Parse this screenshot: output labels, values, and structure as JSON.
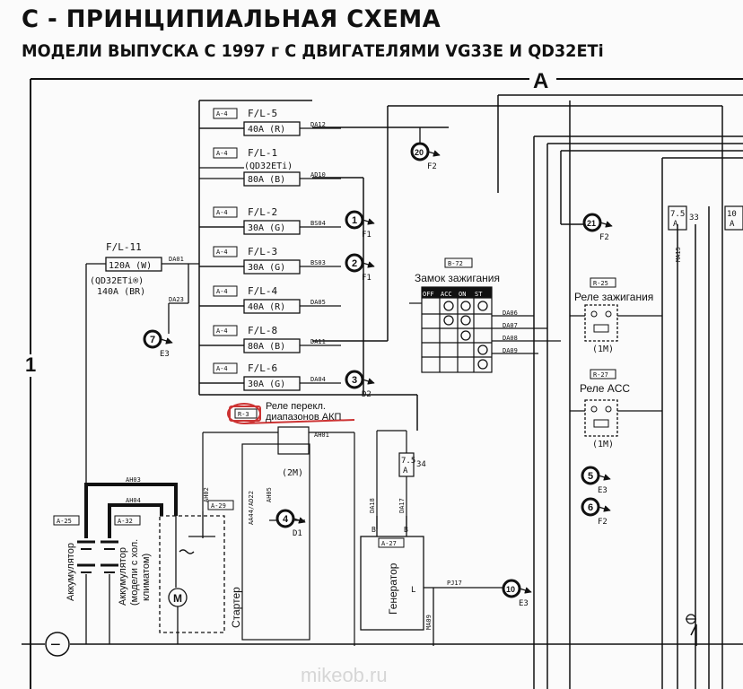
{
  "header": {
    "title": "C - ПРИНЦИПИАЛЬНАЯ СХЕМА",
    "subtitle": "МОДЕЛИ ВЫПУСКА С 1997 г С ДВИГАТЕЛЯМИ VG33E И QD32ETi"
  },
  "frame": {
    "top_marker": "A",
    "left_marker": "1"
  },
  "fuses": [
    {
      "tag": "A-4",
      "name": "F/L-5",
      "note": "",
      "rating": "40A (R)",
      "wire": "DA12"
    },
    {
      "tag": "A-4",
      "name": "F/L-1",
      "note": "(QD32ETi)",
      "rating": "80A (B)",
      "wire": "AD10"
    },
    {
      "tag": "A-4",
      "name": "F/L-2",
      "note": "",
      "rating": "30A (G)",
      "wire": "BS04"
    },
    {
      "tag": "A-4",
      "name": "F/L-3",
      "note": "",
      "rating": "30A (G)",
      "wire": "BS03"
    },
    {
      "tag": "A-4",
      "name": "F/L-4",
      "note": "",
      "rating": "40A (R)",
      "wire": "DA05"
    },
    {
      "tag": "A-4",
      "name": "F/L-8",
      "note": "",
      "rating": "80A (B)",
      "wire": "DA11"
    },
    {
      "tag": "A-4",
      "name": "F/L-6",
      "note": "",
      "rating": "30A (G)",
      "wire": "DA04"
    }
  ],
  "main_fuse": {
    "name": "F/L-11",
    "rating": "120A (W)",
    "note": "(QD32ETi®)",
    "alt_rating": "140A (BR)",
    "wire_out": "DA01",
    "wire_down": "DA23"
  },
  "connectors": [
    {
      "num": "20",
      "dest": "F2"
    },
    {
      "num": "1",
      "dest": "F1"
    },
    {
      "num": "2",
      "dest": "F1"
    },
    {
      "num": "3",
      "dest": "D2"
    },
    {
      "num": "7",
      "dest": "E3"
    },
    {
      "num": "21",
      "dest": "F2"
    },
    {
      "num": "5",
      "dest": "E3"
    },
    {
      "num": "6",
      "dest": "F2"
    },
    {
      "num": "4",
      "dest": "D1"
    },
    {
      "num": "10",
      "dest": "E3"
    }
  ],
  "ignition_switch": {
    "tag": "B-72",
    "label": "Замок зажигания",
    "columns": [
      "OFF",
      "ACC",
      "ON",
      "ST"
    ],
    "wires": [
      "DA06",
      "DA07",
      "DA08",
      "DA09"
    ]
  },
  "ignition_relay": {
    "tag": "R-25",
    "label": "Реле зажигания",
    "code": "(1M)"
  },
  "acc_relay": {
    "tag": "R-27",
    "label": "Реле ACC",
    "code": "(1M)"
  },
  "akp_relay": {
    "tag": "R-3",
    "label_line1": "Реле перекл.",
    "label_line2": "диапазонов АКП",
    "code": "(2M)",
    "wire": "AH01"
  },
  "small_fuses": [
    {
      "rating_top": "7.5",
      "rating_bottom": "A",
      "num": "33",
      "wire": "MA15"
    },
    {
      "rating_top": "7.5",
      "rating_bottom": "A",
      "num": "34",
      "wire": ""
    },
    {
      "rating_top": "10",
      "rating_bottom": "A",
      "num": "",
      "wire": ""
    }
  ],
  "batteries": [
    {
      "tag": "A-25",
      "label": "Аккумулятор",
      "wire": "AH03"
    },
    {
      "tag": "A-32",
      "label_lines": [
        "Аккумулятор",
        "(модели с хол.",
        "климатом)"
      ],
      "wire": "AH04"
    }
  ],
  "starter": {
    "tag": "A-29",
    "label": "Стартер",
    "motor": "M",
    "wire": "AH02"
  },
  "generator": {
    "tag": "A-27",
    "label": "Генератор",
    "pin_b1": "B",
    "pin_b2": "B",
    "pin_l": "L",
    "wire_a": "DA18",
    "wire_b": "DA17",
    "wire_l": "PJ17",
    "wire_ground": "MA09"
  },
  "wires_misc": {
    "aa44": "AA44/AD22",
    "ah05": "AH05"
  },
  "ground_symbol": "−",
  "watermark": "mikeob.ru"
}
